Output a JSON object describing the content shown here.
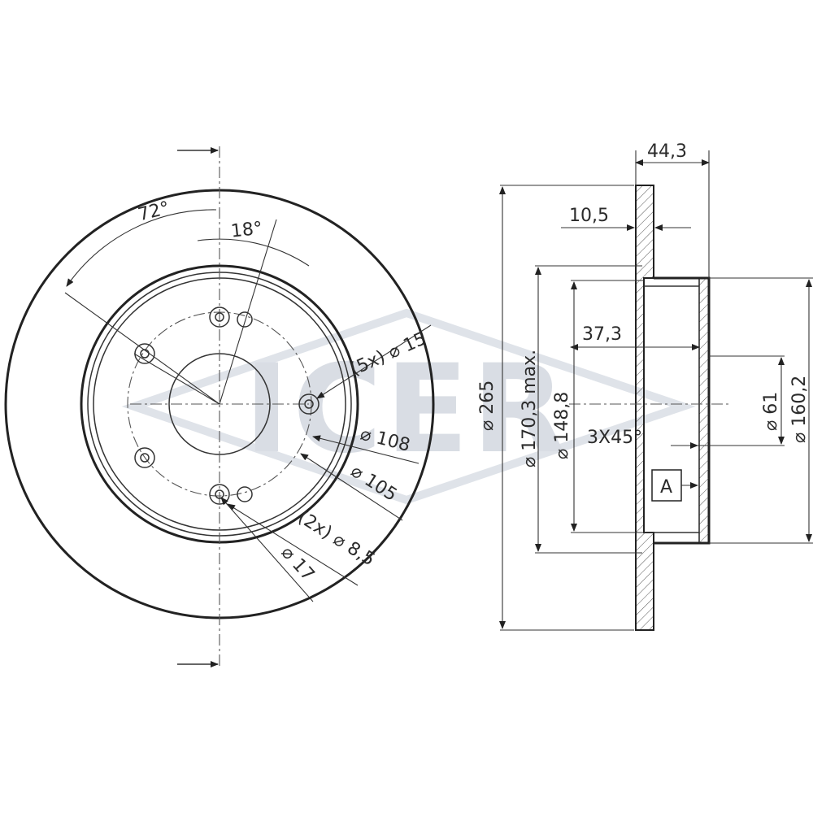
{
  "watermark": {
    "text": "ICER",
    "color": "#d9dde4"
  },
  "front_view": {
    "angle_outer": "72°",
    "angle_inner": "18°",
    "bolt_holes": "(5x) ⌀ 15",
    "pcd": "⌀ 108",
    "center_bore": "⌀ 105",
    "pilot_holes": "(2x) ⌀ 8,5",
    "hub_hole": "⌀ 17"
  },
  "side_view": {
    "total_height": "44,3",
    "disc_thickness": "10,5",
    "hat_depth": "37,3",
    "outer_diameter": "⌀ 265",
    "max_diameter": "⌀ 170,3 max.",
    "hat_diameter": "⌀ 148,8",
    "chamfer": "3X45°",
    "datum": "A",
    "bore_diameter": "⌀ 61",
    "inner_diameter": "⌀ 160,2"
  }
}
